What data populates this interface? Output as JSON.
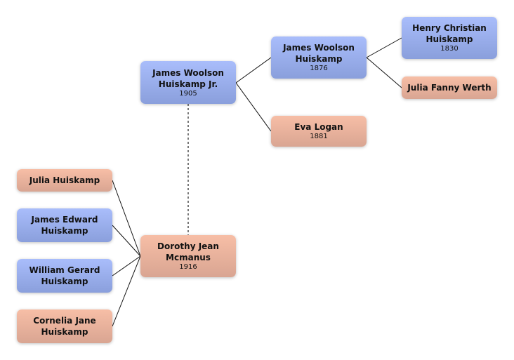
{
  "people": {
    "jwhjr": {
      "name": "James Woolson Huiskamp Jr.",
      "year": "1905",
      "sex": "male"
    },
    "jwh": {
      "name": "James Woolson Huiskamp",
      "year": "1876",
      "sex": "male"
    },
    "eva": {
      "name": "Eva Logan",
      "year": "1881",
      "sex": "female"
    },
    "henry": {
      "name": "Henry Christian Huiskamp",
      "year": "1830",
      "sex": "male"
    },
    "jfw": {
      "name": "Julia Fanny Werth",
      "sex": "female"
    },
    "julia": {
      "name": "Julia Huiskamp",
      "sex": "female"
    },
    "james": {
      "name": "James Edward Huiskamp",
      "sex": "male"
    },
    "william": {
      "name": "William Gerard Huiskamp",
      "sex": "male"
    },
    "cornelia": {
      "name": "Cornelia Jane Huiskamp",
      "sex": "female"
    },
    "dorothy": {
      "name": "Dorothy Jean Mcmanus",
      "year": "1916",
      "sex": "female"
    }
  },
  "colors": {
    "male": "#a0b4f2",
    "female": "#f0b8a2",
    "line": "#111111"
  }
}
